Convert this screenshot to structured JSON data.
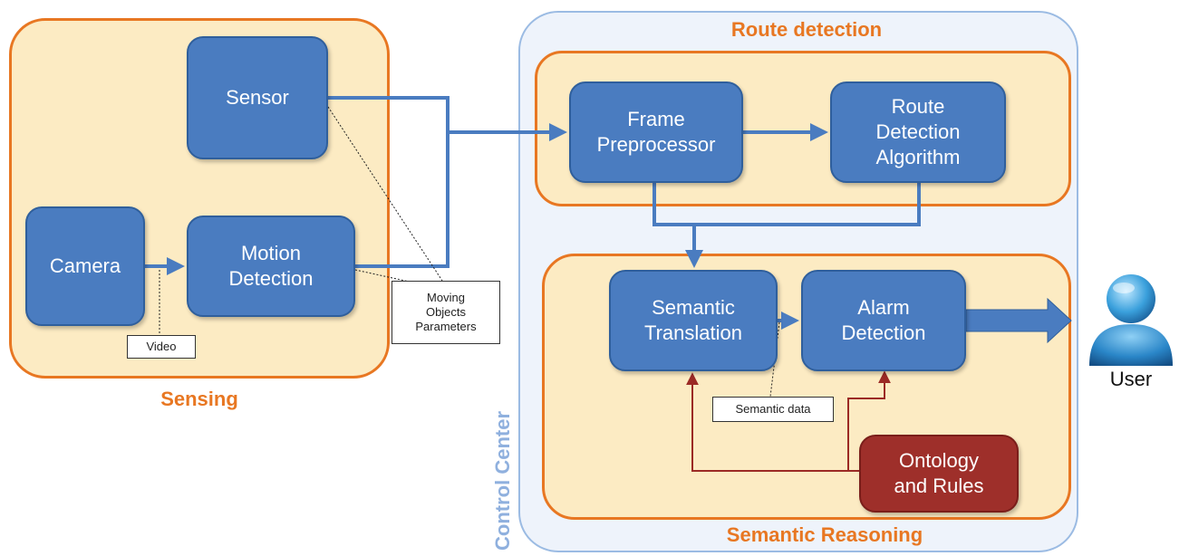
{
  "groups": {
    "sensing": "Sensing",
    "route_detection": "Route detection",
    "semantic_reasoning": "Semantic Reasoning",
    "control_center": "Control Center"
  },
  "nodes": {
    "sensor": "Sensor",
    "camera": "Camera",
    "motion_detection": "Motion\nDetection",
    "frame_preprocessor": "Frame\nPreprocessor",
    "route_detection_algorithm": "Route\nDetection\nAlgorithm",
    "semantic_translation": "Semantic\nTranslation",
    "alarm_detection": "Alarm\nDetection",
    "ontology_rules": "Ontology\nand Rules"
  },
  "callouts": {
    "video": "Video",
    "moving_objects": "Moving\nObjects\nParameters",
    "semantic_data": "Semantic data"
  },
  "user": {
    "label": "User",
    "icon": "user-icon"
  },
  "colors": {
    "node_fill": "#4a7cc0",
    "group_border": "#e87722",
    "group_fill": "#fcebc3",
    "control_center": "#9bbbe3",
    "ontology_fill": "#9e2f2a",
    "red_arrow": "#9b2a25"
  }
}
